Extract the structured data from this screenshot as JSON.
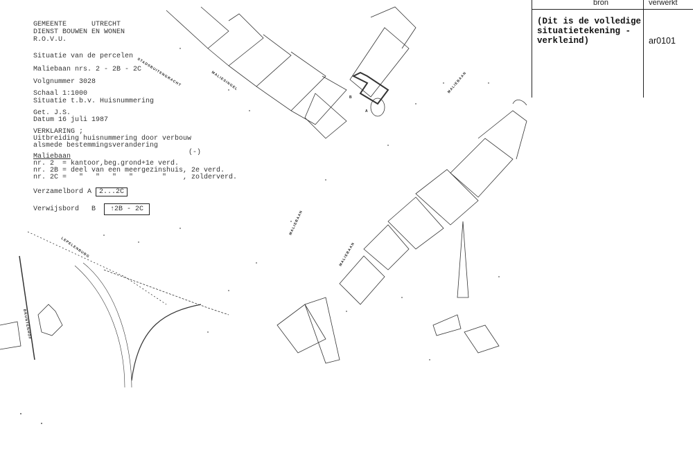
{
  "header": {
    "line1_left": "GEMEENTE",
    "line1_right": "UTRECHT",
    "line2": "DIENST BOUWEN EN WONEN",
    "line3": "R.O.V.U."
  },
  "info": {
    "title": "Situatie van de percelen",
    "address": "Maliebaan nrs. 2 - 2B - 2C",
    "volgnummer": "Volgnummer 3028",
    "schaal": "Schaal 1:1000",
    "situatie": "Situatie t.b.v. Huisnummering",
    "get": "Get. J.S.",
    "datum": "Datum 16 juli 1987",
    "verklaring_heading": "VERKLARING ;",
    "verklaring_1": "Uitbreiding huisnummering door verbouw",
    "verklaring_2": "alsmede bestemmingsverandering",
    "street_heading": "Maliebaan",
    "nr1": "nr. 2  = kantoor,beg.grond+1e verd.",
    "nr2": "nr. 2B = deel van een meergezinshuis, 2e verd.",
    "nr3": "nr. 2C =   \"   \"   \"   \"       \"    , zolderverd.",
    "mark": "(-)",
    "verzamelbord_label": "Verzamelbord A",
    "verzamelbord_value": "2...2C",
    "verwijsbord_label": "Verwijsbord   B",
    "verwijsbord_value": "2B - 2C"
  },
  "table": {
    "col1_header": "bron",
    "col2_header": "verwerkt",
    "bron": "(Dit is de volledige\nsituatietekening -\nverkleind)",
    "verwerkt": "ar0101"
  },
  "map": {
    "streets": {
      "stadsbuitengracht": "STADSBUITENGRACHT",
      "maliesingel": "MALIESINGEL",
      "maliebaan_1": "MALIEBAAN",
      "maliebaan_2": "MALIEBAAN",
      "maliebaan_3": "MALIEBAAN",
      "lepelenburg": "LEPELENBURG",
      "bruntenhof": "BRUNTENHOF"
    },
    "markers": {
      "a": "A",
      "b": "B"
    }
  }
}
